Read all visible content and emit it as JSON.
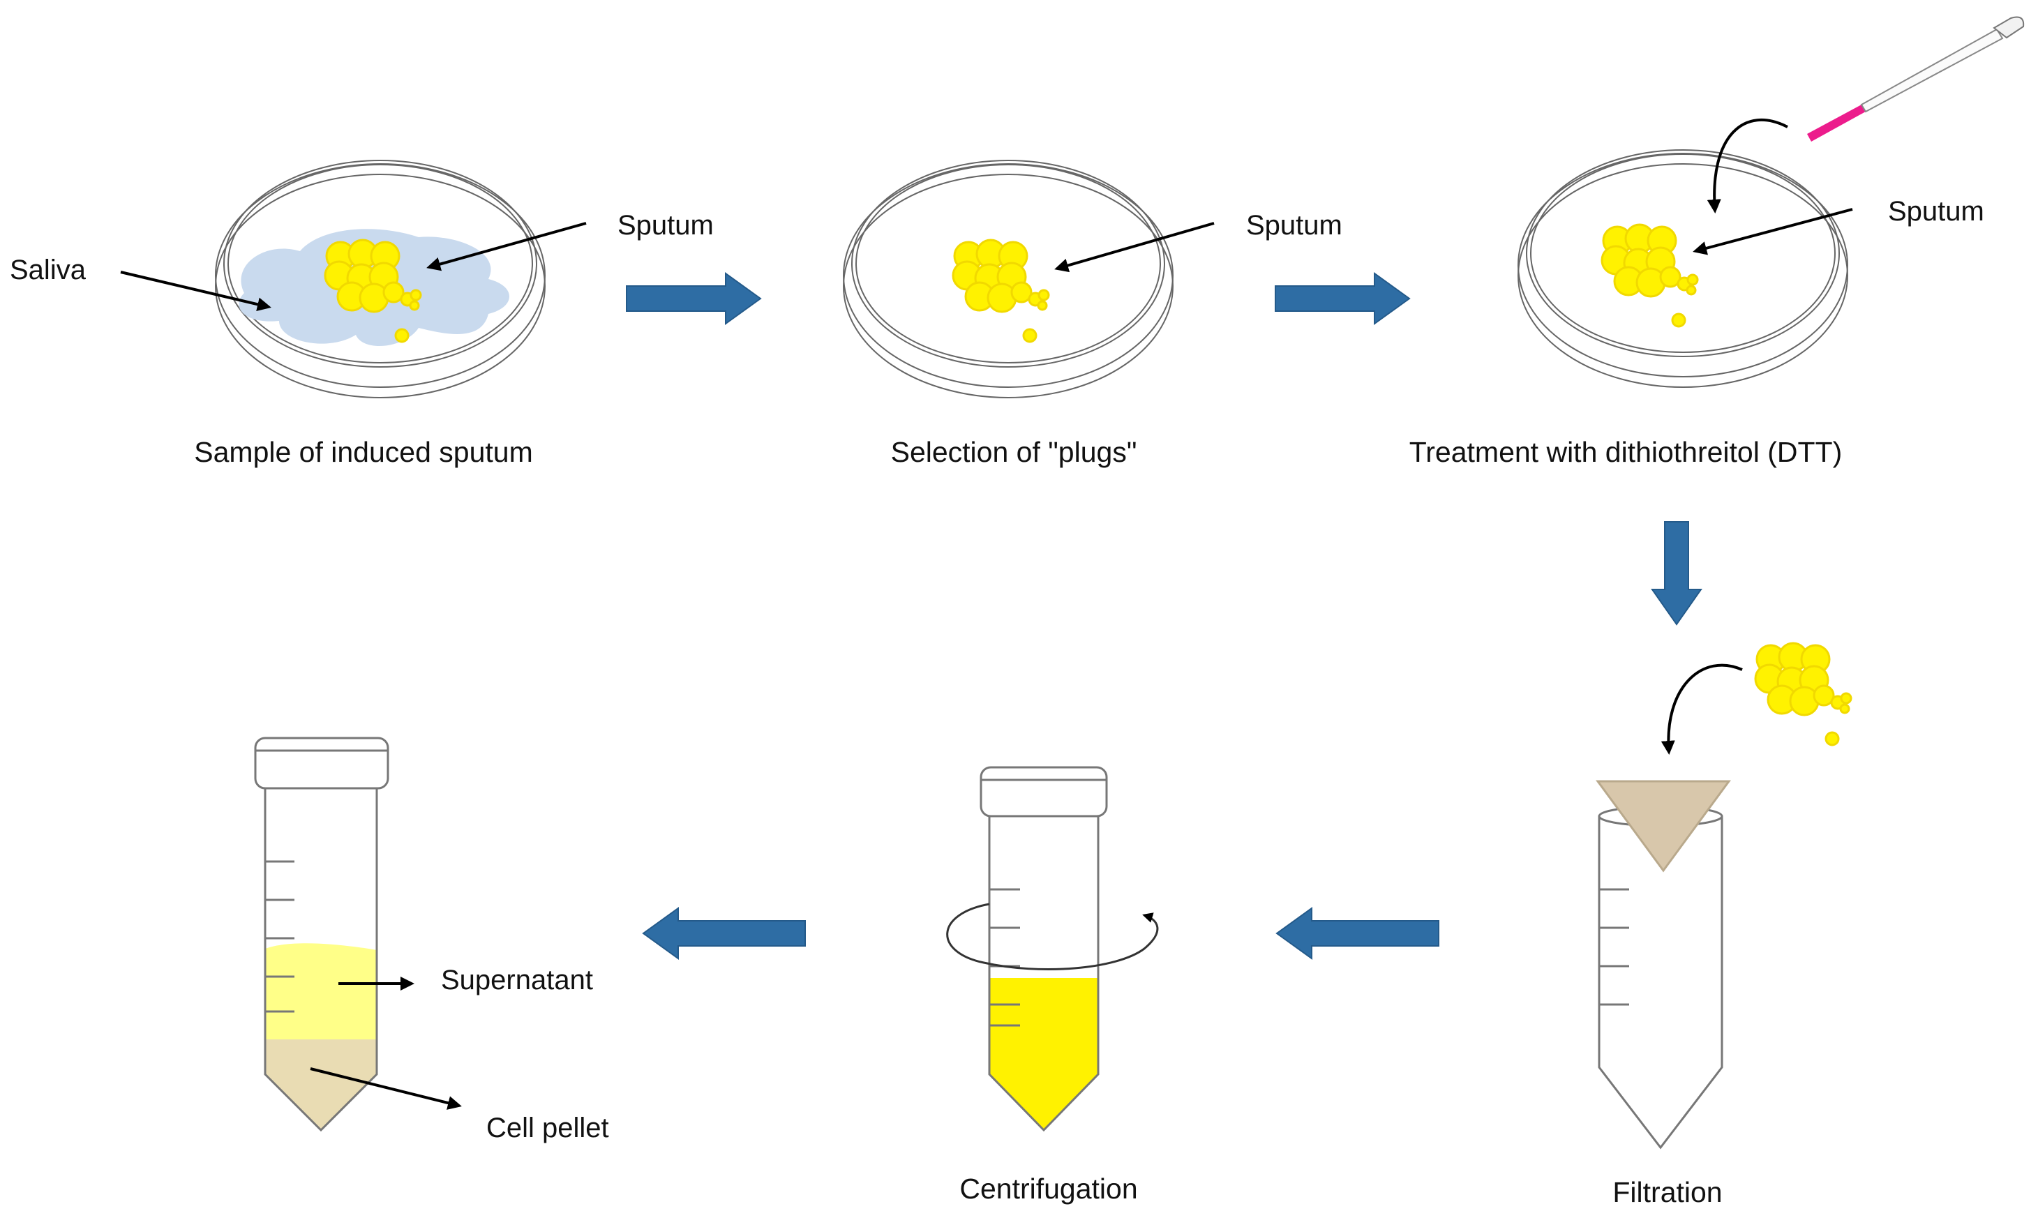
{
  "diagram": {
    "steps": [
      {
        "id": "sample",
        "caption": "Sample of induced sputum"
      },
      {
        "id": "selection",
        "caption": "Selection of \"plugs\""
      },
      {
        "id": "treatment",
        "caption": "Treatment with dithiothreitol (DTT)"
      },
      {
        "id": "filtration",
        "caption": "Filtration"
      },
      {
        "id": "centrifugation",
        "caption": "Centrifugation"
      },
      {
        "id": "result",
        "caption": ""
      }
    ],
    "labels": {
      "saliva": "Saliva",
      "sputum_1": "Sputum",
      "sputum_2": "Sputum",
      "sputum_3": "Sputum",
      "supernatant": "Supernatant",
      "cell_pellet": "Cell pellet"
    },
    "colors": {
      "flow_arrow": "#2E6DA4",
      "sputum": "#FFF200",
      "saliva": "#C9DAEE",
      "pipette_tip": "#EC1C8C",
      "supernatant": "#FFFF88",
      "pellet": "#E9DCB3",
      "filter": "#D8C7AB"
    }
  }
}
